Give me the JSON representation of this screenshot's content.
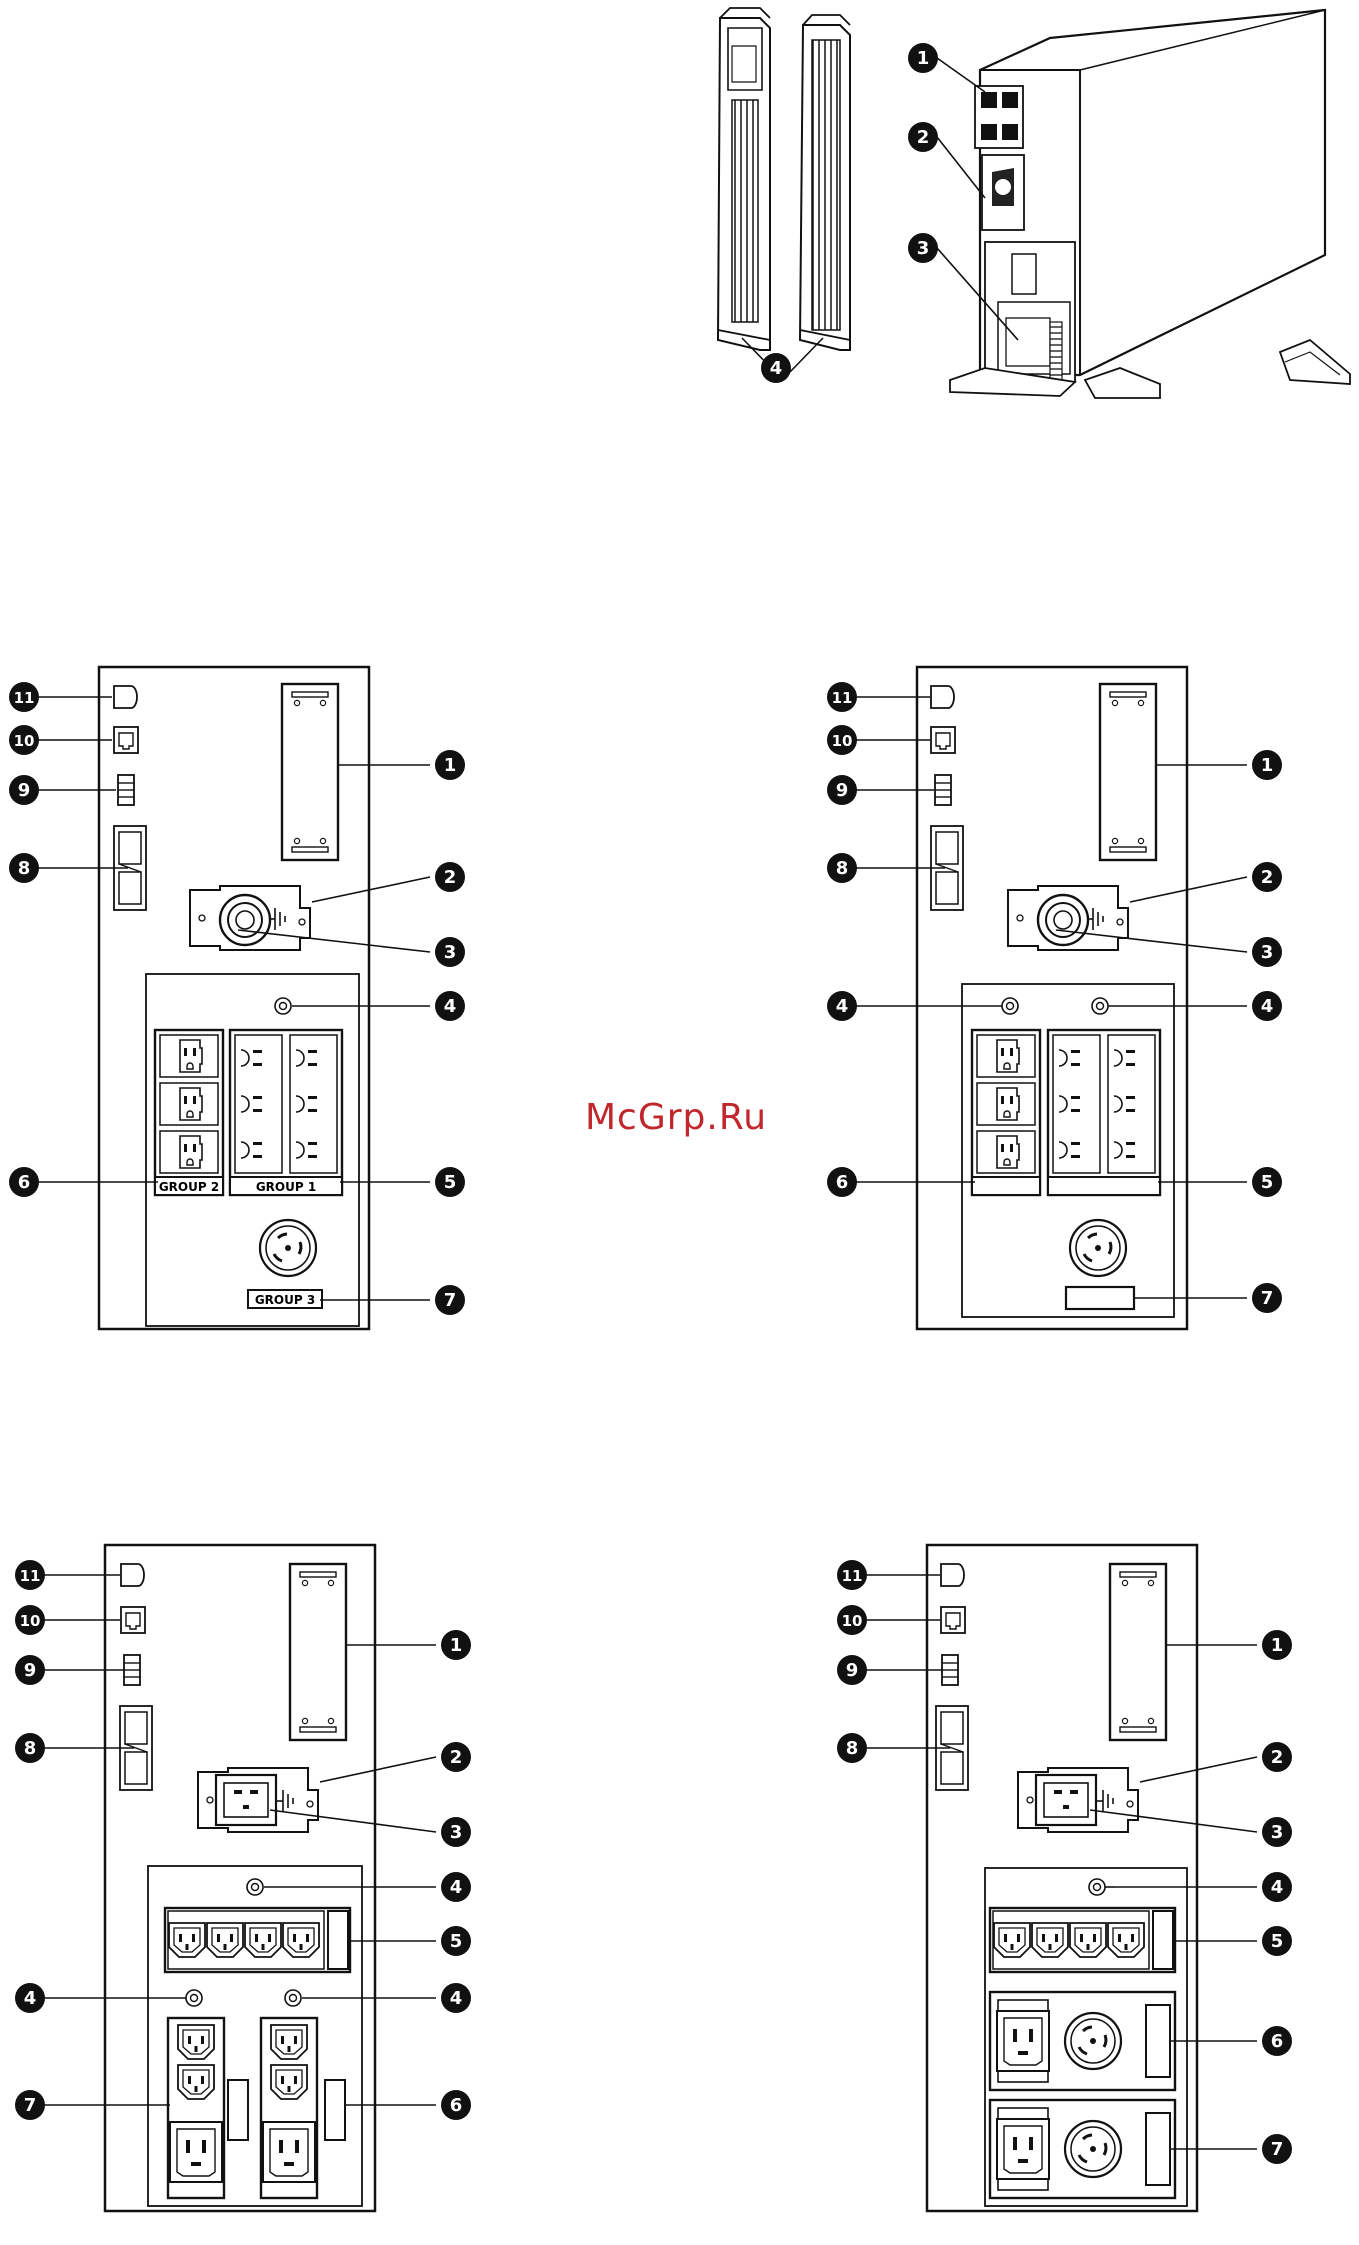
{
  "watermark": "McGrp.Ru",
  "callout_numbers": [
    "1",
    "2",
    "3",
    "4",
    "5",
    "6",
    "7",
    "8",
    "9",
    "10",
    "11"
  ],
  "panel_a": {
    "label_group_1": "GROUP 1",
    "label_group_2": "GROUP 2",
    "label_group_3": "GROUP 3"
  }
}
